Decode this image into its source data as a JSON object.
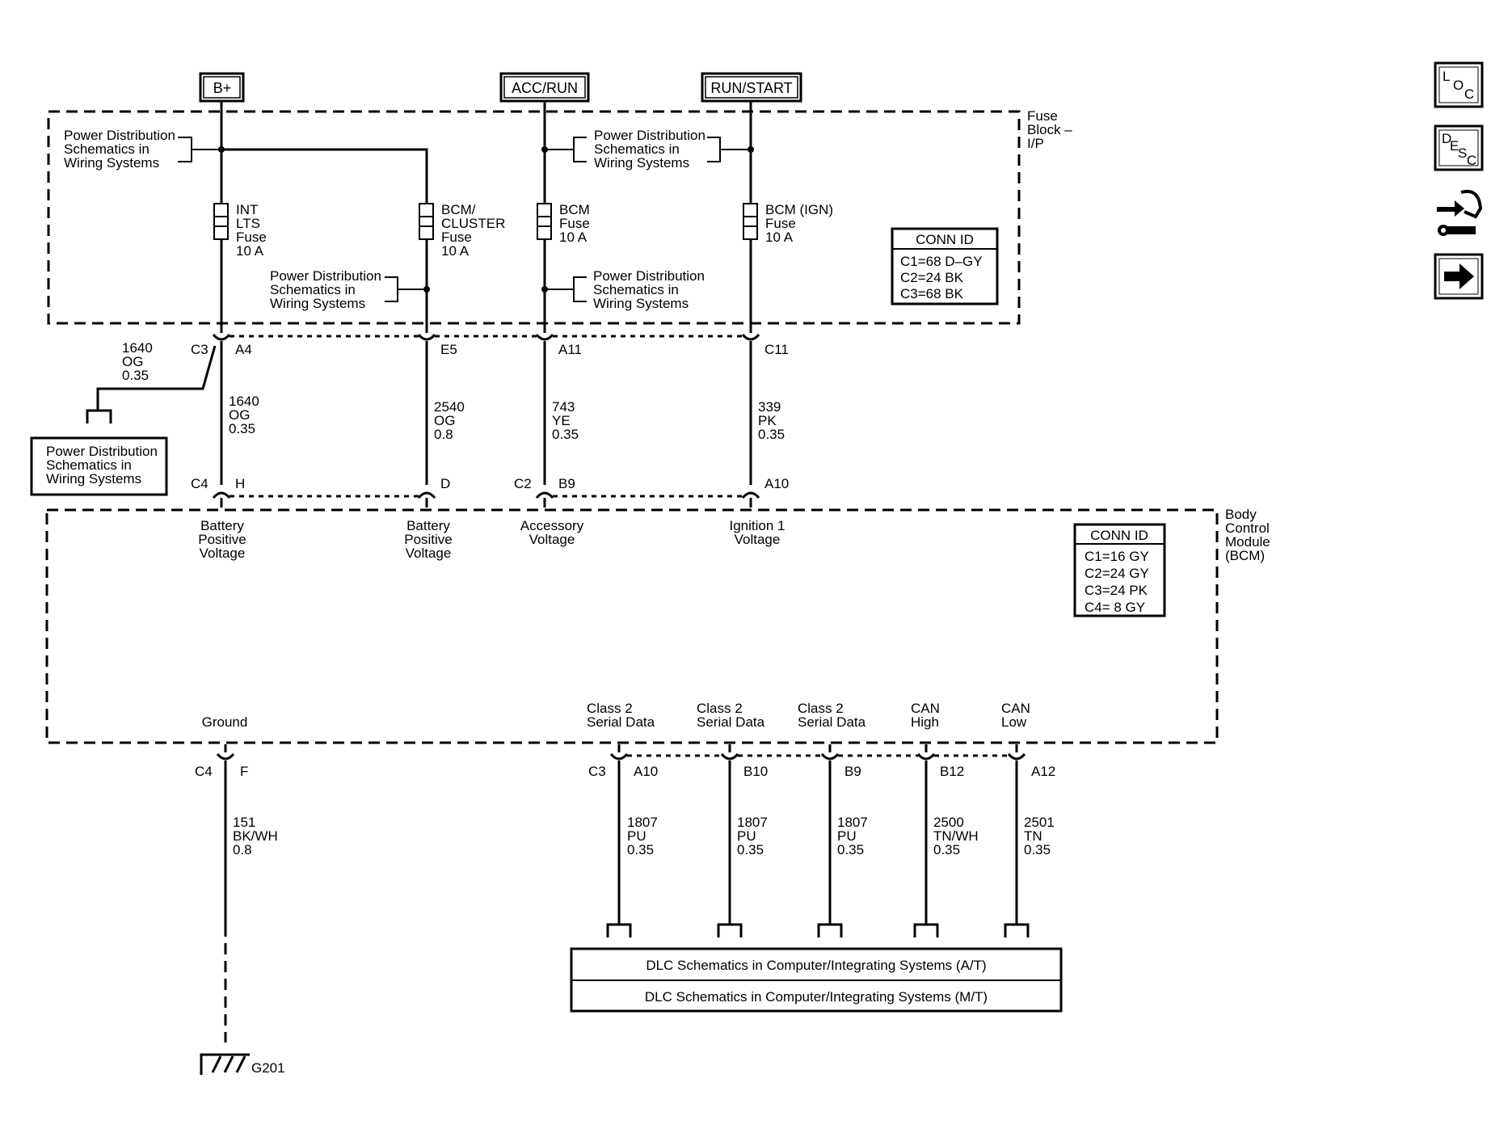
{
  "power_sources": [
    "B+",
    "ACC/RUN",
    "RUN/START"
  ],
  "fuse_block": {
    "label_lines": [
      "Fuse",
      "Block –",
      "I/P"
    ],
    "power_dist_label": [
      "Power Distribution",
      "Schematics in",
      "Wiring Systems"
    ],
    "conn_id_title": "CONN ID",
    "conn_id": [
      "C1=68 D–GY",
      "C2=24 BK",
      "C3=68 BK"
    ],
    "fuses": [
      {
        "lines": [
          "INT",
          "LTS",
          "Fuse",
          "10 A"
        ]
      },
      {
        "lines": [
          "BCM/",
          "CLUSTER",
          "Fuse",
          "10 A"
        ]
      },
      {
        "lines": [
          "BCM",
          "Fuse",
          "10 A"
        ]
      },
      {
        "lines": [
          "BCM (IGN)",
          "Fuse",
          "10 A"
        ]
      }
    ]
  },
  "upper_connectors": {
    "c3": "C3",
    "c4": "C4",
    "c2": "C2",
    "top_pins": [
      "A4",
      "E5",
      "A11",
      "C11"
    ],
    "bottom_pins": [
      "H",
      "D",
      "B9",
      "A10"
    ]
  },
  "upper_wires": [
    {
      "lines": [
        "1640",
        "OG",
        "0.35"
      ]
    },
    {
      "lines": [
        "2540",
        "OG",
        "0.8"
      ]
    },
    {
      "lines": [
        "743",
        "YE",
        "0.35"
      ]
    },
    {
      "lines": [
        "339",
        "PK",
        "0.35"
      ]
    }
  ],
  "branch_wire": {
    "lines": [
      "1640",
      "OG",
      "0.35"
    ]
  },
  "branch_box": [
    "Power Distribution",
    "Schematics in",
    "Wiring Systems"
  ],
  "bcm": {
    "label_lines": [
      "Body",
      "Control",
      "Module",
      "(BCM)"
    ],
    "conn_id_title": "CONN ID",
    "conn_id": [
      "C1=16 GY",
      "C2=24 GY",
      "C3=24 PK",
      "C4=  8 GY"
    ],
    "inputs": [
      [
        "Battery",
        "Positive",
        "Voltage"
      ],
      [
        "Battery",
        "Positive",
        "Voltage"
      ],
      [
        "Accessory",
        "Voltage"
      ],
      [
        "Ignition 1",
        "Voltage"
      ]
    ],
    "ground_label": "Ground",
    "outputs": [
      [
        "Class 2",
        "Serial Data"
      ],
      [
        "Class 2",
        "Serial Data"
      ],
      [
        "Class 2",
        "Serial Data"
      ],
      [
        "CAN",
        "High"
      ],
      [
        "CAN",
        "Low"
      ]
    ]
  },
  "lower_connectors": {
    "ground_conn": "C4",
    "ground_pin": "F",
    "data_conn": "C3",
    "data_pins": [
      "A10",
      "B10",
      "B9",
      "B12",
      "A12"
    ]
  },
  "ground_wire": {
    "lines": [
      "151",
      "BK/WH",
      "0.8"
    ]
  },
  "data_wires": [
    {
      "lines": [
        "1807",
        "PU",
        "0.35"
      ]
    },
    {
      "lines": [
        "1807",
        "PU",
        "0.35"
      ]
    },
    {
      "lines": [
        "1807",
        "PU",
        "0.35"
      ]
    },
    {
      "lines": [
        "2500",
        "TN/WH",
        "0.35"
      ]
    },
    {
      "lines": [
        "2501",
        "TN",
        "0.35"
      ]
    }
  ],
  "ground_point": "G201",
  "dlc": [
    "DLC Schematics in Computer/Integrating Systems (A/T)",
    "DLC Schematics in Computer/Integrating Systems (M/T)"
  ],
  "nav_icons": [
    {
      "icon": "loc-icon",
      "chars": [
        "L",
        "O",
        "C"
      ]
    },
    {
      "icon": "desc-icon",
      "chars": [
        "D",
        "E",
        "S",
        "C"
      ]
    },
    {
      "icon": "connector-repair-icon"
    },
    {
      "icon": "next-arrow-icon"
    }
  ]
}
